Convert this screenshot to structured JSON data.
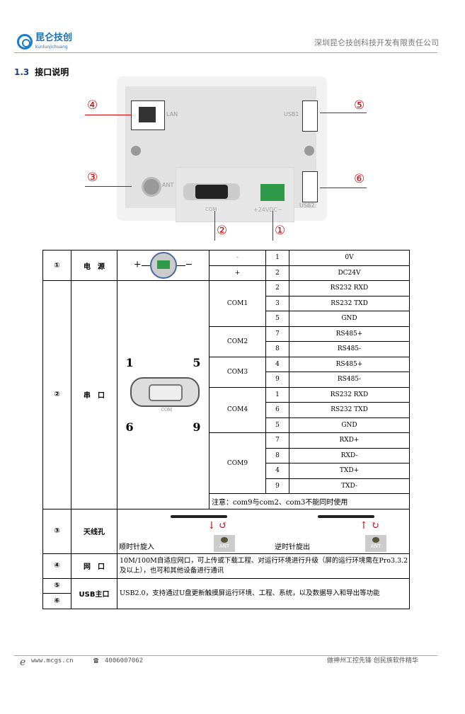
{
  "header": {
    "brand": "昆仑技创",
    "brand_sub": "kunlunjichuang",
    "company": "深圳昆仑技创科技开发有限责任公司"
  },
  "section": {
    "number": "1.3",
    "title": "接口说明"
  },
  "device": {
    "callouts": [
      "①",
      "②",
      "③",
      "④",
      "⑤",
      "⑥"
    ],
    "labels": {
      "lan": "LAN",
      "usb1": "USB1",
      "usb2": "USB2",
      "ant": "ANT",
      "com": "COM",
      "power": "+24VDC−"
    }
  },
  "table": {
    "power": {
      "num": "①",
      "name": "电　源",
      "plus": "+",
      "minus": "−",
      "rows": [
        {
          "sub": "-",
          "pin": "1",
          "signal": "0V"
        },
        {
          "sub": "+",
          "pin": "2",
          "signal": "DC24V"
        }
      ]
    },
    "serial": {
      "num": "②",
      "name": "串　口",
      "pin_labels": [
        "1",
        "5",
        "6",
        "9"
      ],
      "connector_label": "COM",
      "groups": [
        {
          "name": "COM1",
          "rows": [
            {
              "pin": "2",
              "signal": "RS232 RXD"
            },
            {
              "pin": "3",
              "signal": "RS232 TXD"
            },
            {
              "pin": "5",
              "signal": "GND"
            }
          ]
        },
        {
          "name": "COM2",
          "rows": [
            {
              "pin": "7",
              "signal": "RS485+"
            },
            {
              "pin": "8",
              "signal": "RS485-"
            }
          ]
        },
        {
          "name": "COM3",
          "rows": [
            {
              "pin": "4",
              "signal": "RS485+"
            },
            {
              "pin": "9",
              "signal": "RS485-"
            }
          ]
        },
        {
          "name": "COM4",
          "rows": [
            {
              "pin": "1",
              "signal": "RS232 RXD"
            },
            {
              "pin": "6",
              "signal": "RS232 TXD"
            },
            {
              "pin": "5",
              "signal": "GND"
            }
          ]
        },
        {
          "name": "COM9",
          "rows": [
            {
              "pin": "7",
              "signal": "RXD+"
            },
            {
              "pin": "8",
              "signal": "RXD-"
            },
            {
              "pin": "4",
              "signal": "TXD+"
            },
            {
              "pin": "9",
              "signal": "TXD-"
            }
          ]
        }
      ],
      "note": "注意：com9与com2、com3不能同时使用"
    },
    "antenna": {
      "num": "③",
      "name": "天线孔",
      "screw_in": "顺时针旋入",
      "screw_out": "逆时针旋出",
      "ant_label": "ANT"
    },
    "ethernet": {
      "num": "④",
      "name": "网　口",
      "desc": "10M/100M自适应网口，可上传或下载工程、对运行环境进行升级（屏的运行环境需在Pro3.3.2及以上），也可和其他设备进行通讯"
    },
    "usb": {
      "nums": [
        "⑤",
        "⑥"
      ],
      "name": "USB主口",
      "desc": "USB2.0，支持通过U盘更新触摸屏运行环境、工程、系统，以及数据导入和导出等功能"
    }
  },
  "footer": {
    "website": "www.mcgs.cn",
    "phone": "4006007062",
    "slogan": "做神州工控先锋 创民族软件精华"
  },
  "colors": {
    "brand": "#1a6fb8",
    "callout": "#dd0000",
    "minus_sign": "#e07000",
    "connector_green": "#2e9a4a"
  }
}
